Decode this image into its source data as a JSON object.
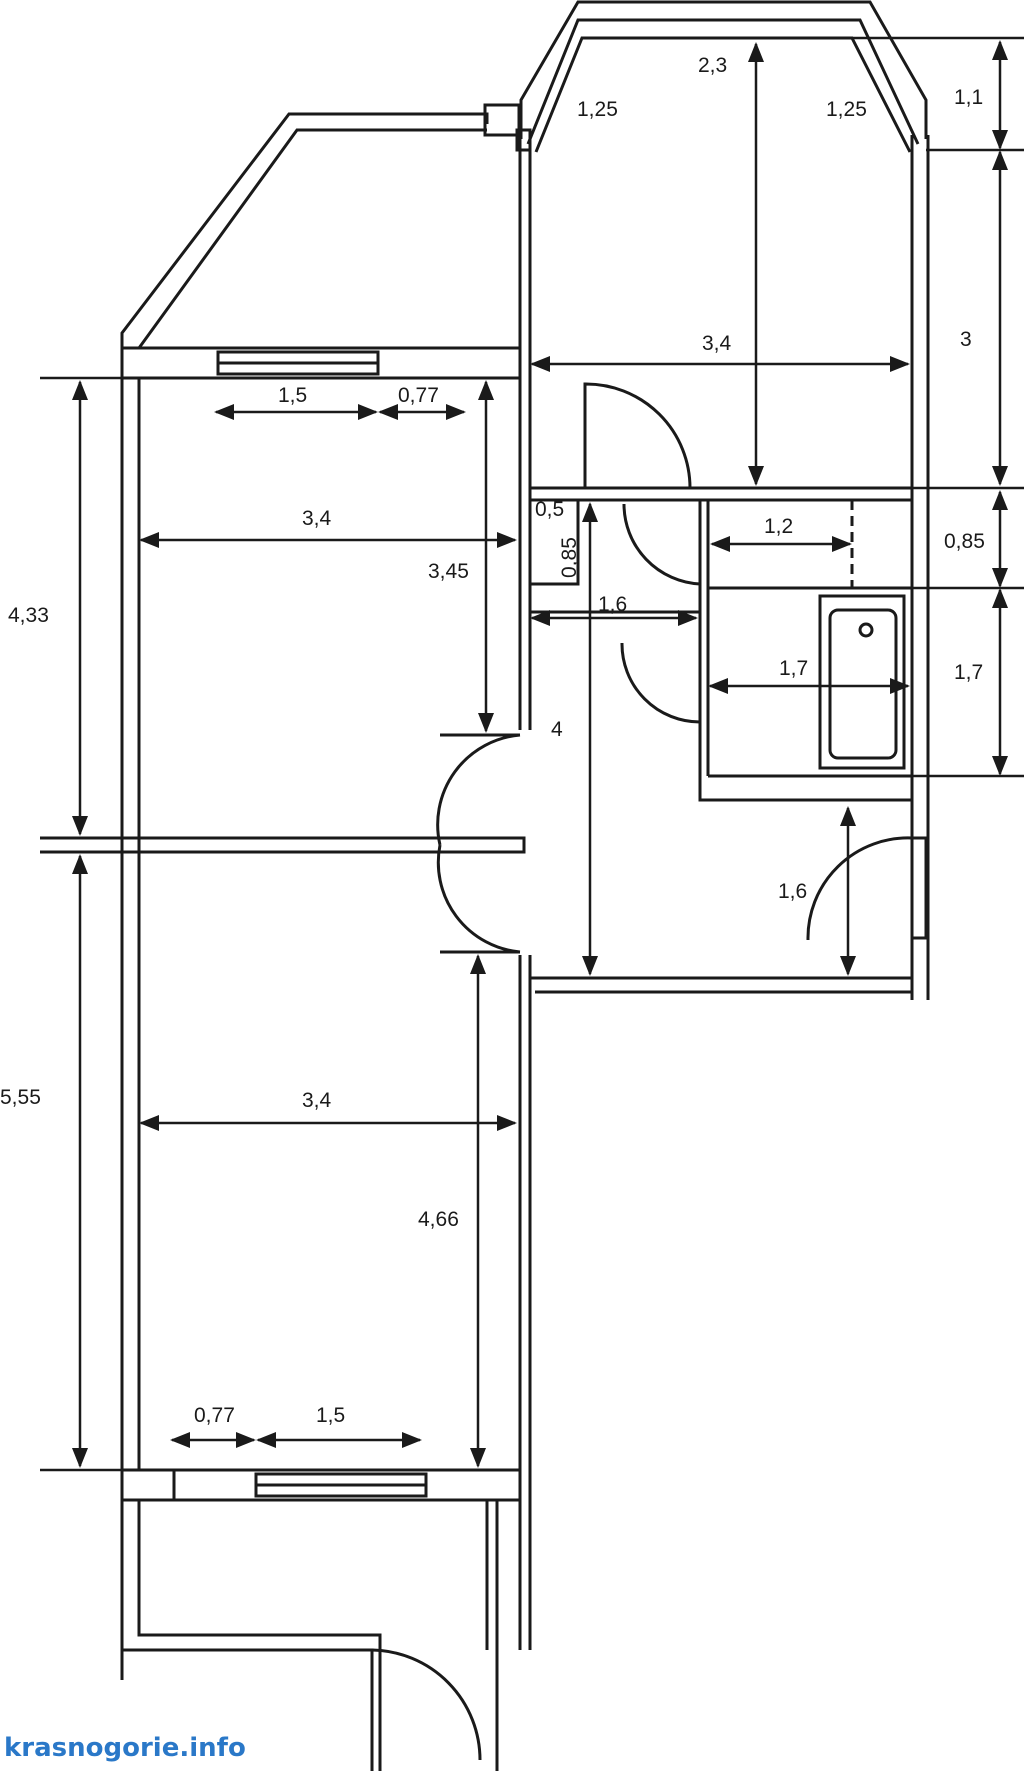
{
  "watermark": "krasnogorie.info",
  "colors": {
    "line": "#1a1a1a",
    "watermark": "#2a78c8"
  },
  "dimensions": {
    "top_room_width": "3,4",
    "top_room_depth": "2,3",
    "bay_left_side": "1,25",
    "bay_right_side": "1,25",
    "right_bay_depth": "1,1",
    "right_room_depth": "3",
    "left_room_window": "1,5",
    "left_room_window_pier": "0,77",
    "left_room_width": "3,4",
    "left_room_depth": "3,45",
    "left_room_total": "4,33",
    "closet_width": "0,5",
    "closet_depth": "0,85",
    "toilet_width": "1,2",
    "toilet_depth": "0,85",
    "hall_width": "1,6",
    "bath_width": "1,7",
    "bath_depth": "1,7",
    "hall_length": "4",
    "entry_depth": "1,6",
    "bottom_room_width": "3,4",
    "bottom_room_depth": "4,66",
    "bottom_room_total": "5,55",
    "bottom_window_pier": "0,77",
    "bottom_window": "1,5"
  }
}
